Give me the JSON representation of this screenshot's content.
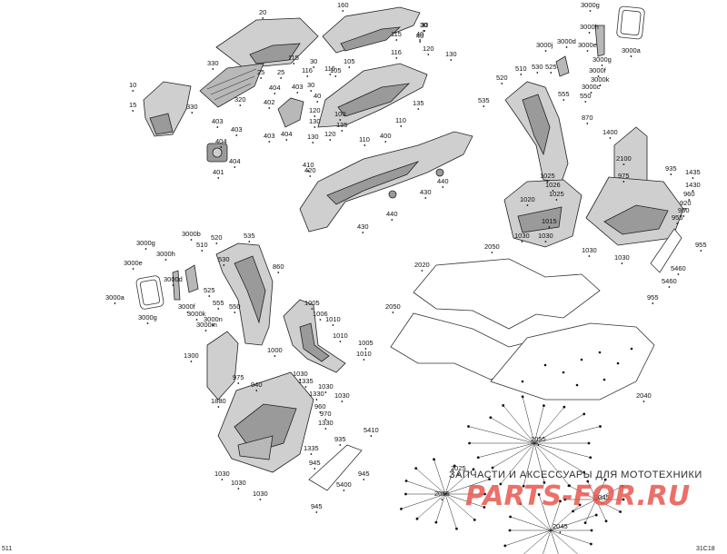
{
  "diagram": {
    "corner_left": "511",
    "corner_right": "31C18",
    "watermark_text": "ЗАПЧАСТИ И АКСЕССУАРЫ ДЛЯ МОТОТЕХНИКИ",
    "watermark_logo": "PARTS-FOR.RU",
    "labels": [
      "20",
      "160",
      "3000g",
      "3000a",
      "30",
      "40",
      "115",
      "116",
      "120",
      "130",
      "30",
      "40",
      "3000j",
      "3000d",
      "3000h",
      "3000e",
      "3000g",
      "3000f",
      "3000k",
      "3000c",
      "10",
      "15",
      "330",
      "320",
      "330",
      "25",
      "25",
      "115",
      "116",
      "403",
      "404",
      "402",
      "403",
      "404",
      "30",
      "105",
      "30",
      "40",
      "116",
      "105",
      "100",
      "135",
      "120",
      "130",
      "130",
      "135",
      "120",
      "110",
      "110",
      "403",
      "404",
      "403",
      "404",
      "401",
      "400",
      "410",
      "420",
      "440",
      "430",
      "440",
      "430",
      "510",
      "530",
      "525",
      "520",
      "555",
      "550",
      "535",
      "870",
      "1400",
      "2100",
      "975",
      "935",
      "1435",
      "1430",
      "960",
      "920",
      "950",
      "955",
      "955",
      "5460",
      "5460",
      "955",
      "1025",
      "1026",
      "1025",
      "1020",
      "1015",
      "1030",
      "1030",
      "1030",
      "1030",
      "2050",
      "2020",
      "2050",
      "2040",
      "3000b",
      "3000g",
      "3000h",
      "3000e",
      "3000a",
      "3000d",
      "3000g",
      "3000f",
      "3000k",
      "3000m",
      "3000n",
      "520",
      "535",
      "510",
      "530",
      "525",
      "555",
      "550",
      "860",
      "1005",
      "1006",
      "1010",
      "1010",
      "1005",
      "1010",
      "1000",
      "1030",
      "1030",
      "1030",
      "1300",
      "975",
      "940",
      "1335",
      "1330",
      "960",
      "970",
      "1880",
      "1330",
      "5410",
      "935",
      "1335",
      "945",
      "945",
      "5400",
      "945",
      "1030",
      "1030",
      "1030",
      "2055",
      "2025",
      "2055",
      "2045",
      "2045"
    ]
  }
}
